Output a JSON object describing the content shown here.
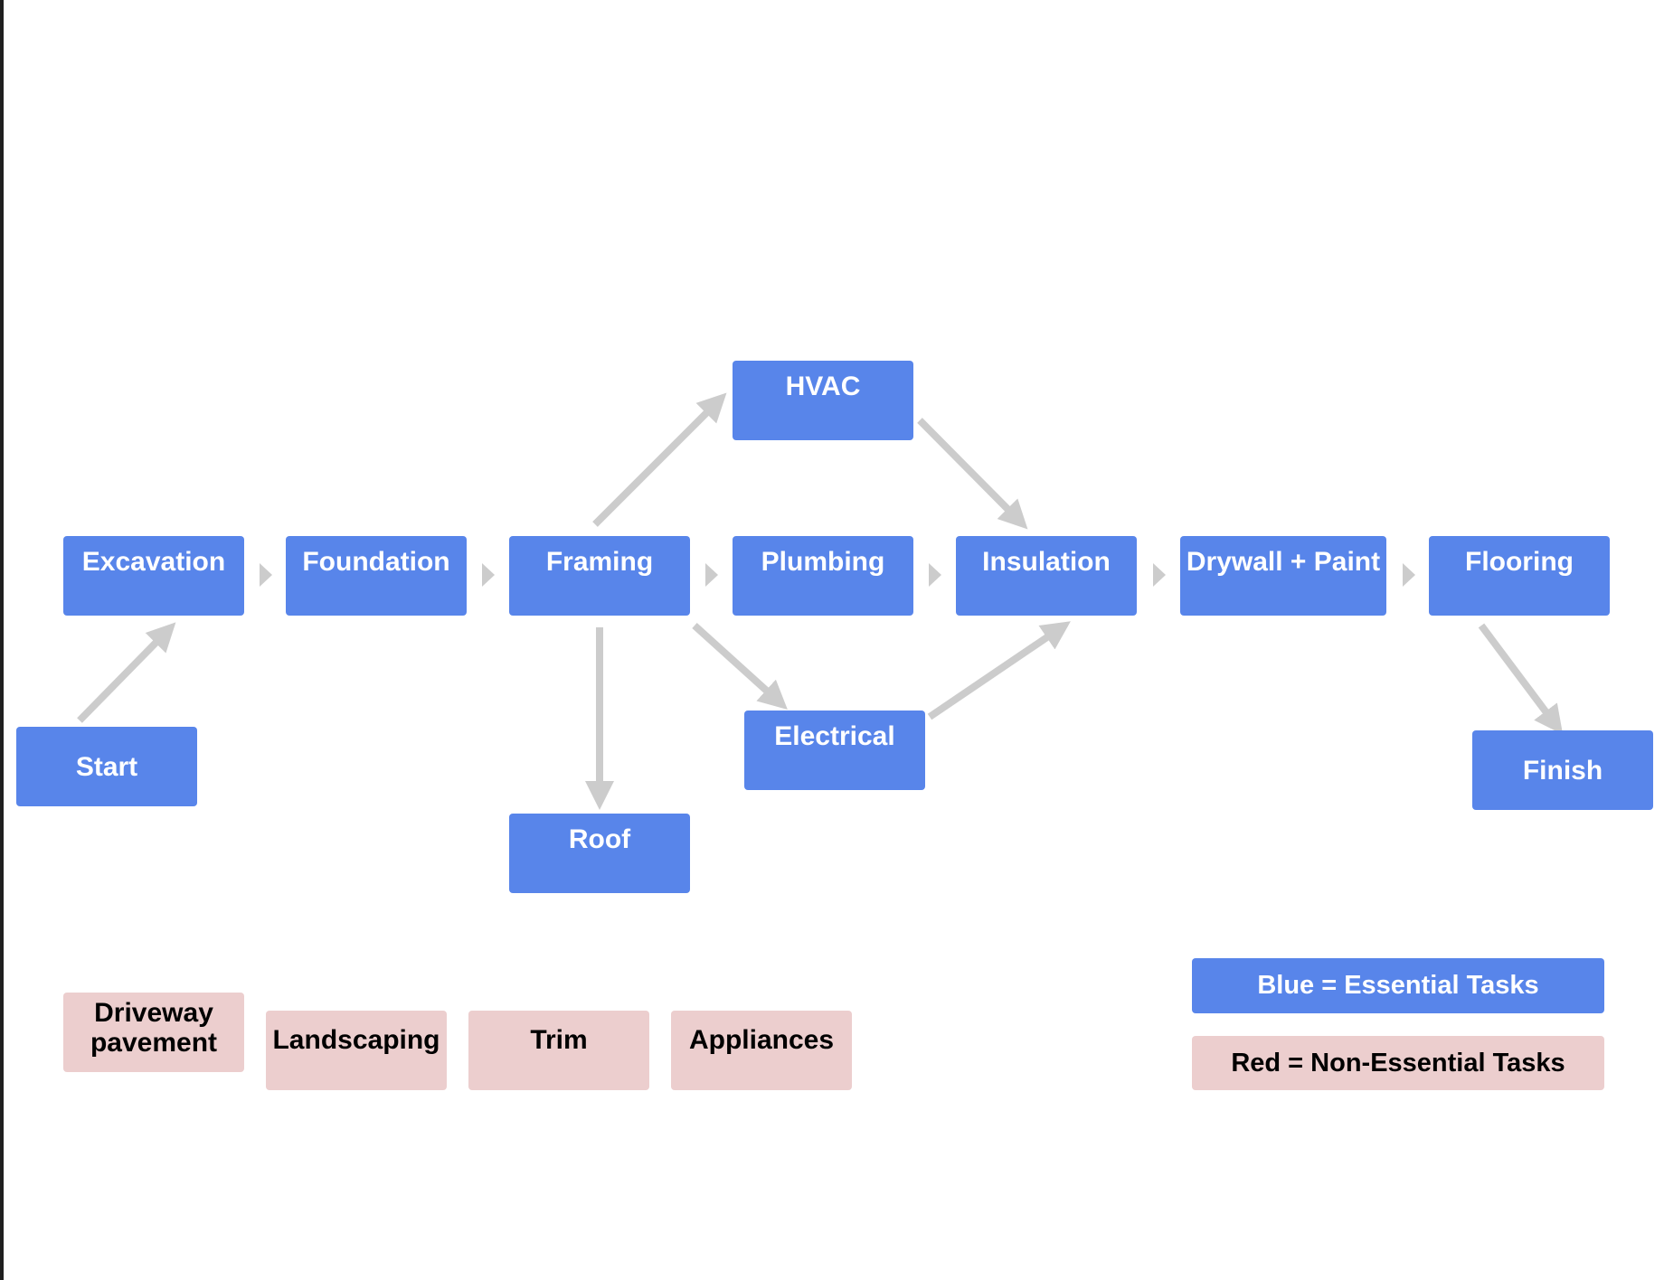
{
  "colors": {
    "essential": "#5885ea",
    "non_essential": "#eccece",
    "connector": "#cccccc"
  },
  "nodes": {
    "start": "Start",
    "excavation": "Excavation",
    "foundation": "Foundation",
    "framing": "Framing",
    "hvac": "HVAC",
    "plumbing": "Plumbing",
    "electrical": "Electrical",
    "roof": "Roof",
    "insulation": "Insulation",
    "drywall": "Drywall + Paint",
    "flooring": "Flooring",
    "finish": "Finish"
  },
  "non_essential": {
    "driveway": "Driveway pavement",
    "landscaping": "Landscaping",
    "trim": "Trim",
    "appliances": "Appliances"
  },
  "legend": {
    "blue": "Blue = Essential Tasks",
    "red": "Red = Non-Essential Tasks"
  }
}
